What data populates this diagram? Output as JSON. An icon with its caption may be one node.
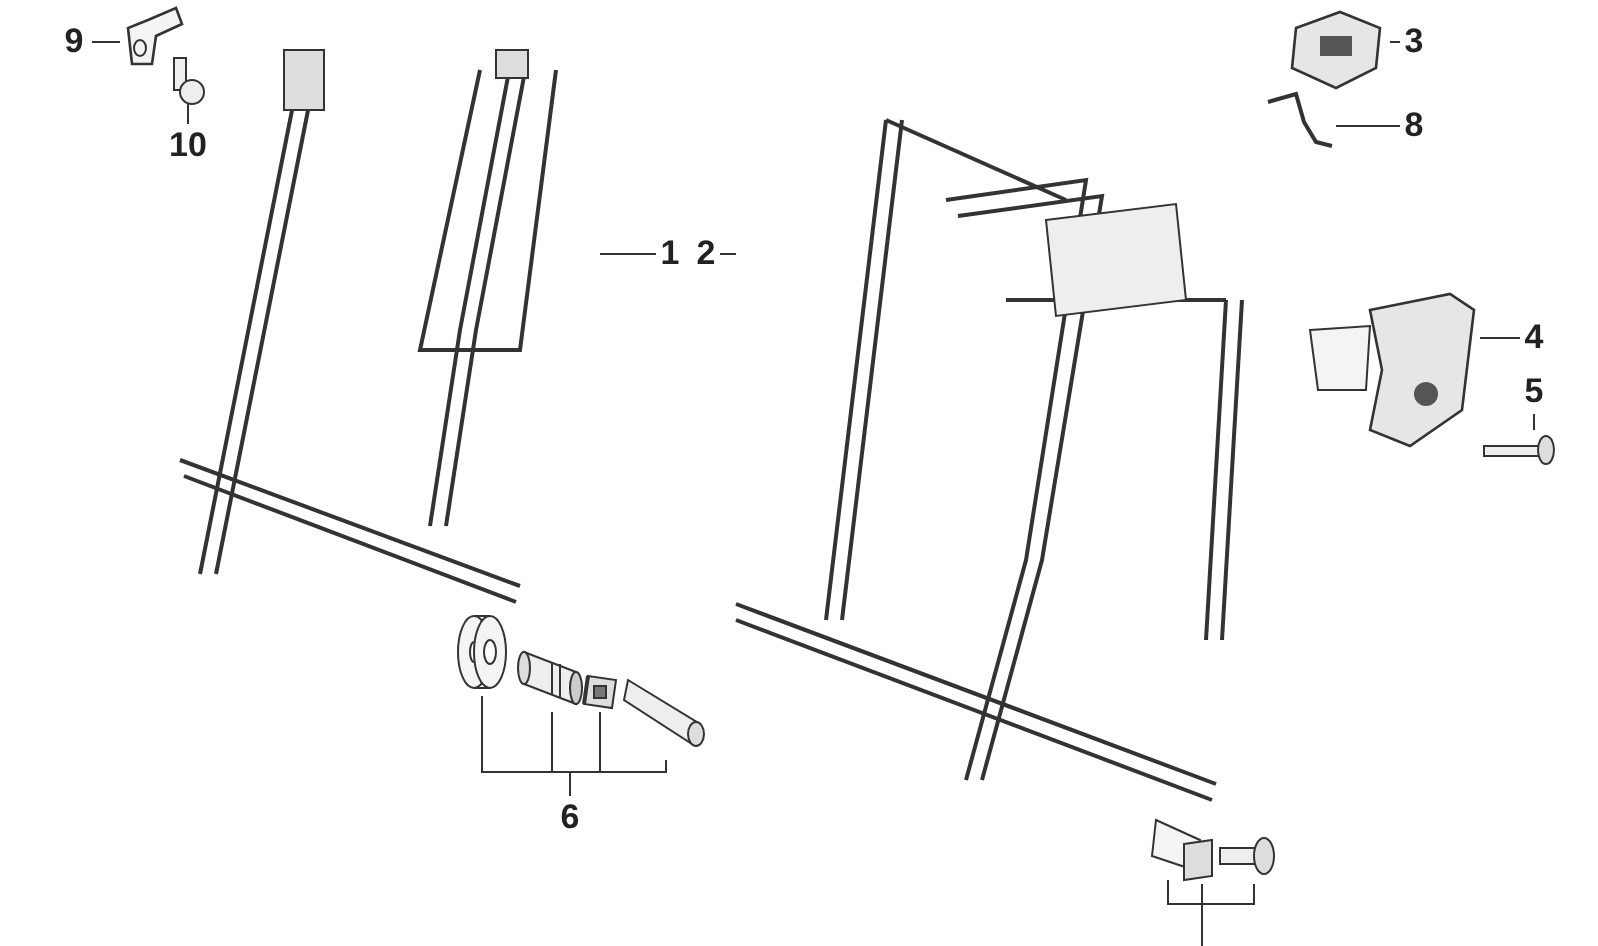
{
  "diagram": {
    "nodes": [
      {
        "text": [
          "9"
        ]
      },
      {
        "text": [],
        "shape": "picture"
      },
      {
        "text": [
          "10"
        ]
      },
      {
        "text": [],
        "shape": "picture"
      },
      {
        "text": [
          "1"
        ]
      },
      {
        "text": [],
        "shape": "picture"
      },
      {
        "text": [
          "2"
        ]
      },
      {
        "text": [],
        "shape": "picture"
      },
      {
        "text": [
          "3"
        ]
      },
      {
        "text": [],
        "shape": "picture"
      },
      {
        "text": [
          "8"
        ]
      },
      {
        "text": [],
        "shape": "picture"
      },
      {
        "text": [
          "4"
        ]
      },
      {
        "text": [],
        "shape": "picture"
      },
      {
        "text": [
          "5"
        ]
      },
      {
        "text": [],
        "shape": "picture"
      },
      {
        "text": [
          "6"
        ]
      },
      {
        "text": [],
        "shape": "picture"
      },
      {
        "text": [],
        "shape": "picture"
      },
      {
        "text": [],
        "shape": "picture"
      },
      {
        "text": [],
        "shape": "picture"
      }
    ],
    "edges": [
      {
        "from": 0,
        "to": 1,
        "arrow": "none"
      },
      {
        "from": 2,
        "to": 3,
        "arrow": "none"
      },
      {
        "from": 4,
        "to": 5,
        "arrow": "none"
      },
      {
        "from": 6,
        "to": 7,
        "arrow": "none"
      },
      {
        "from": 8,
        "to": 9,
        "arrow": "none"
      },
      {
        "from": 10,
        "to": 11,
        "arrow": "none"
      },
      {
        "from": 12,
        "to": 13,
        "arrow": "none"
      },
      {
        "from": 14,
        "to": 15,
        "arrow": "none"
      },
      {
        "from": 16,
        "to": 17,
        "arrow": "none"
      },
      {
        "from": 16,
        "to": 18,
        "arrow": "none"
      },
      {
        "from": 16,
        "to": 19,
        "arrow": "none"
      },
      {
        "from": 16,
        "to": 20,
        "arrow": "none"
      }
    ]
  }
}
